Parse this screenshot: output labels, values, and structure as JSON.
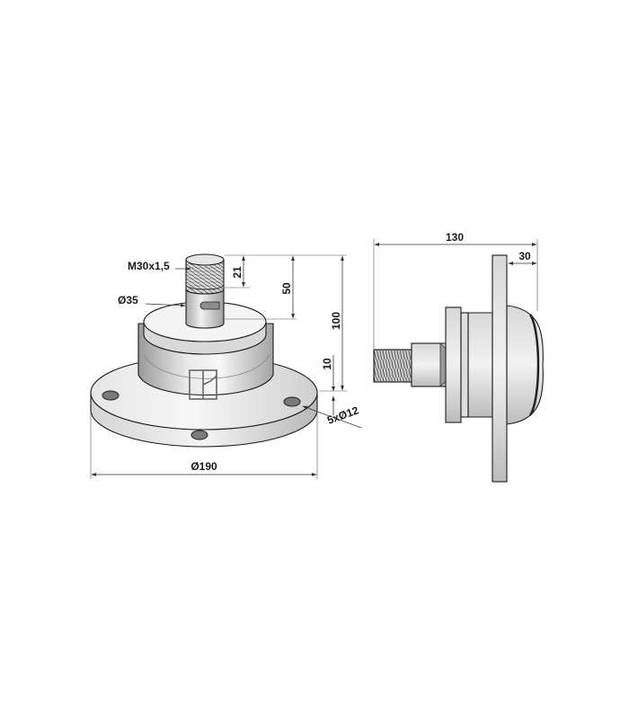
{
  "dimensions": {
    "thread": "M30x1,5",
    "shaft_diameter": "Ø35",
    "thread_length": "21",
    "shaft_height": "50",
    "total_height": "100",
    "flange_thickness": "10",
    "flange_diameter": "Ø190",
    "holes": "5xØ12",
    "side_total_length": "130",
    "side_offset": "30"
  },
  "colors": {
    "line": "#1a1a1a",
    "metal_light": "#f2f2f2",
    "metal_mid": "#c8c8c8",
    "metal_dark": "#8a8a8a"
  }
}
